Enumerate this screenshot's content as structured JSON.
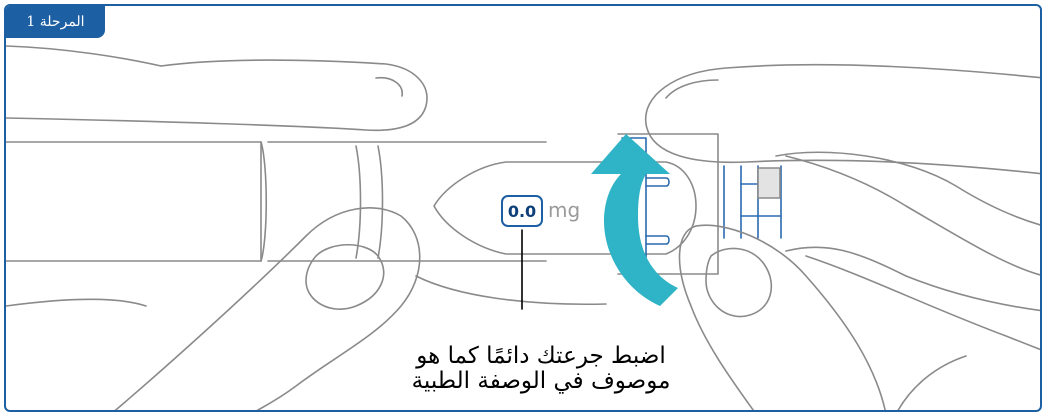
{
  "stage_label": "المرحلة 1",
  "dose_value": "0.0",
  "dose_unit": "mg",
  "caption_line1": "اضبط جرعتك دائمًا كما هو",
  "caption_line2": "موصوف في الوصفة الطبية",
  "colors": {
    "frame": "#1d5fa3",
    "arrow": "#2fb3c6",
    "line": "#8a8a8a",
    "accent_lines": "#2a6ab0"
  },
  "icons": [
    "rotate-arrow-icon"
  ]
}
